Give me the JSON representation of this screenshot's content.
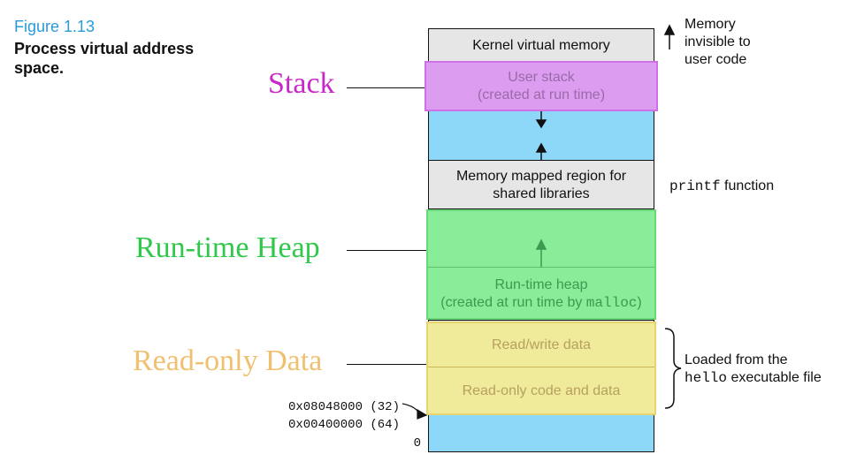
{
  "figure": {
    "number": "Figure 1.13",
    "caption": "Process virtual address space."
  },
  "labels": {
    "stack": "Stack",
    "heap": "Run-time Heap",
    "rodata": "Read-only Data"
  },
  "segments": {
    "kernel": "Kernel virtual memory",
    "user_stack_1": "User stack",
    "user_stack_2": "(created at run time)",
    "mmap_1": "Memory mapped region for",
    "mmap_2": "shared libraries",
    "heap_1": "Run-time heap",
    "heap_2_prefix": "(created at run time by ",
    "heap_2_code": "malloc",
    "heap_2_suffix": ")",
    "rw_data": "Read/write data",
    "ro_code": "Read-only code and data"
  },
  "annotations": {
    "memory_1": "Memory",
    "memory_2": "invisible to",
    "memory_3": "user code",
    "printf_code": "printf",
    "printf_text": " function",
    "loaded_1": "Loaded from the",
    "loaded_2_code": "hello",
    "loaded_2_text": " executable file"
  },
  "addresses": {
    "addr32": "0x08048000 (32)",
    "addr64": "0x00400000 (64)",
    "zero": "0"
  },
  "colors": {
    "stack_label": "#c828c8",
    "heap_label": "#2fc84a",
    "rodata_label": "#f0c070",
    "blue_fill": "#8dd8f8",
    "gray_fill": "#e6e6e6",
    "stack_highlight": "#dc9cf0",
    "heap_highlight": "#88ec98",
    "rodata_highlight": "#efeb9a"
  }
}
